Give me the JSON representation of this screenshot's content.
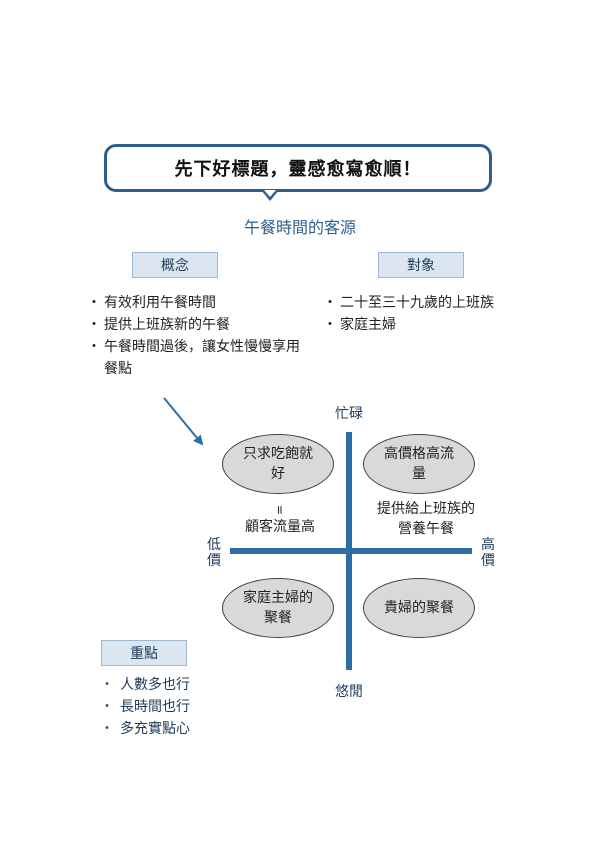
{
  "title": "先下好標題，靈感愈寫愈順！",
  "subtitle": "午餐時間的客源",
  "concept": {
    "label": "概念",
    "items": [
      "有效利用午餐時間",
      "提供上班族新的午餐",
      "午餐時間過後，讓女性慢慢享用餐點"
    ]
  },
  "target": {
    "label": "對象",
    "items": [
      "二十至三十九歲的上班族",
      "家庭主婦"
    ]
  },
  "axes": {
    "top": "忙碌",
    "bottom": "悠閒",
    "left": "低價",
    "right": "高價"
  },
  "quadrants": {
    "top_left": "只求吃飽就好",
    "top_left_note_symbol": "=",
    "top_left_note": "顧客流量高",
    "top_right": "高價格高流量",
    "top_right_note": "提供給上班族的營養午餐",
    "bottom_left": "家庭主婦的聚餐",
    "bottom_right": "貴婦的聚餐"
  },
  "key_points": {
    "label": "重點",
    "items": [
      "人數多也行",
      "長時間也行",
      "多充實點心"
    ]
  },
  "colors": {
    "accent": "#2e5f8a",
    "axis": "#2e6da4",
    "tag_bg": "#dce6f1",
    "ellipse_bg": "#d9d9d9"
  }
}
